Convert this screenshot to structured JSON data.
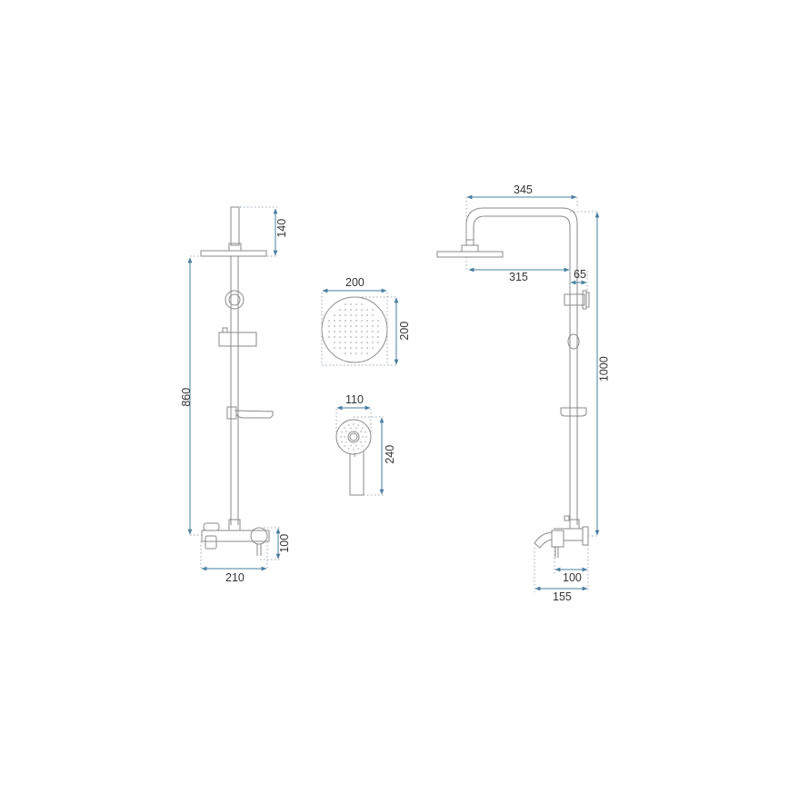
{
  "colors": {
    "background": "#ffffff",
    "outline": "#8a8a8a",
    "dimension_line": "#4a7fa0",
    "extension_line": "#9aa8b4",
    "text": "#333333"
  },
  "front_view": {
    "dimensions": {
      "top_pipe_height": "140",
      "total_height": "860",
      "mixer_height": "100",
      "mixer_width": "210"
    }
  },
  "head_shower": {
    "dimensions": {
      "width": "200",
      "height": "200"
    }
  },
  "hand_shower": {
    "dimensions": {
      "width": "110",
      "height": "240"
    }
  },
  "side_view": {
    "dimensions": {
      "arm_length": "345",
      "head_offset": "315",
      "bracket_depth": "65",
      "total_height": "1000",
      "mixer_depth": "100",
      "spout_depth": "155"
    }
  }
}
